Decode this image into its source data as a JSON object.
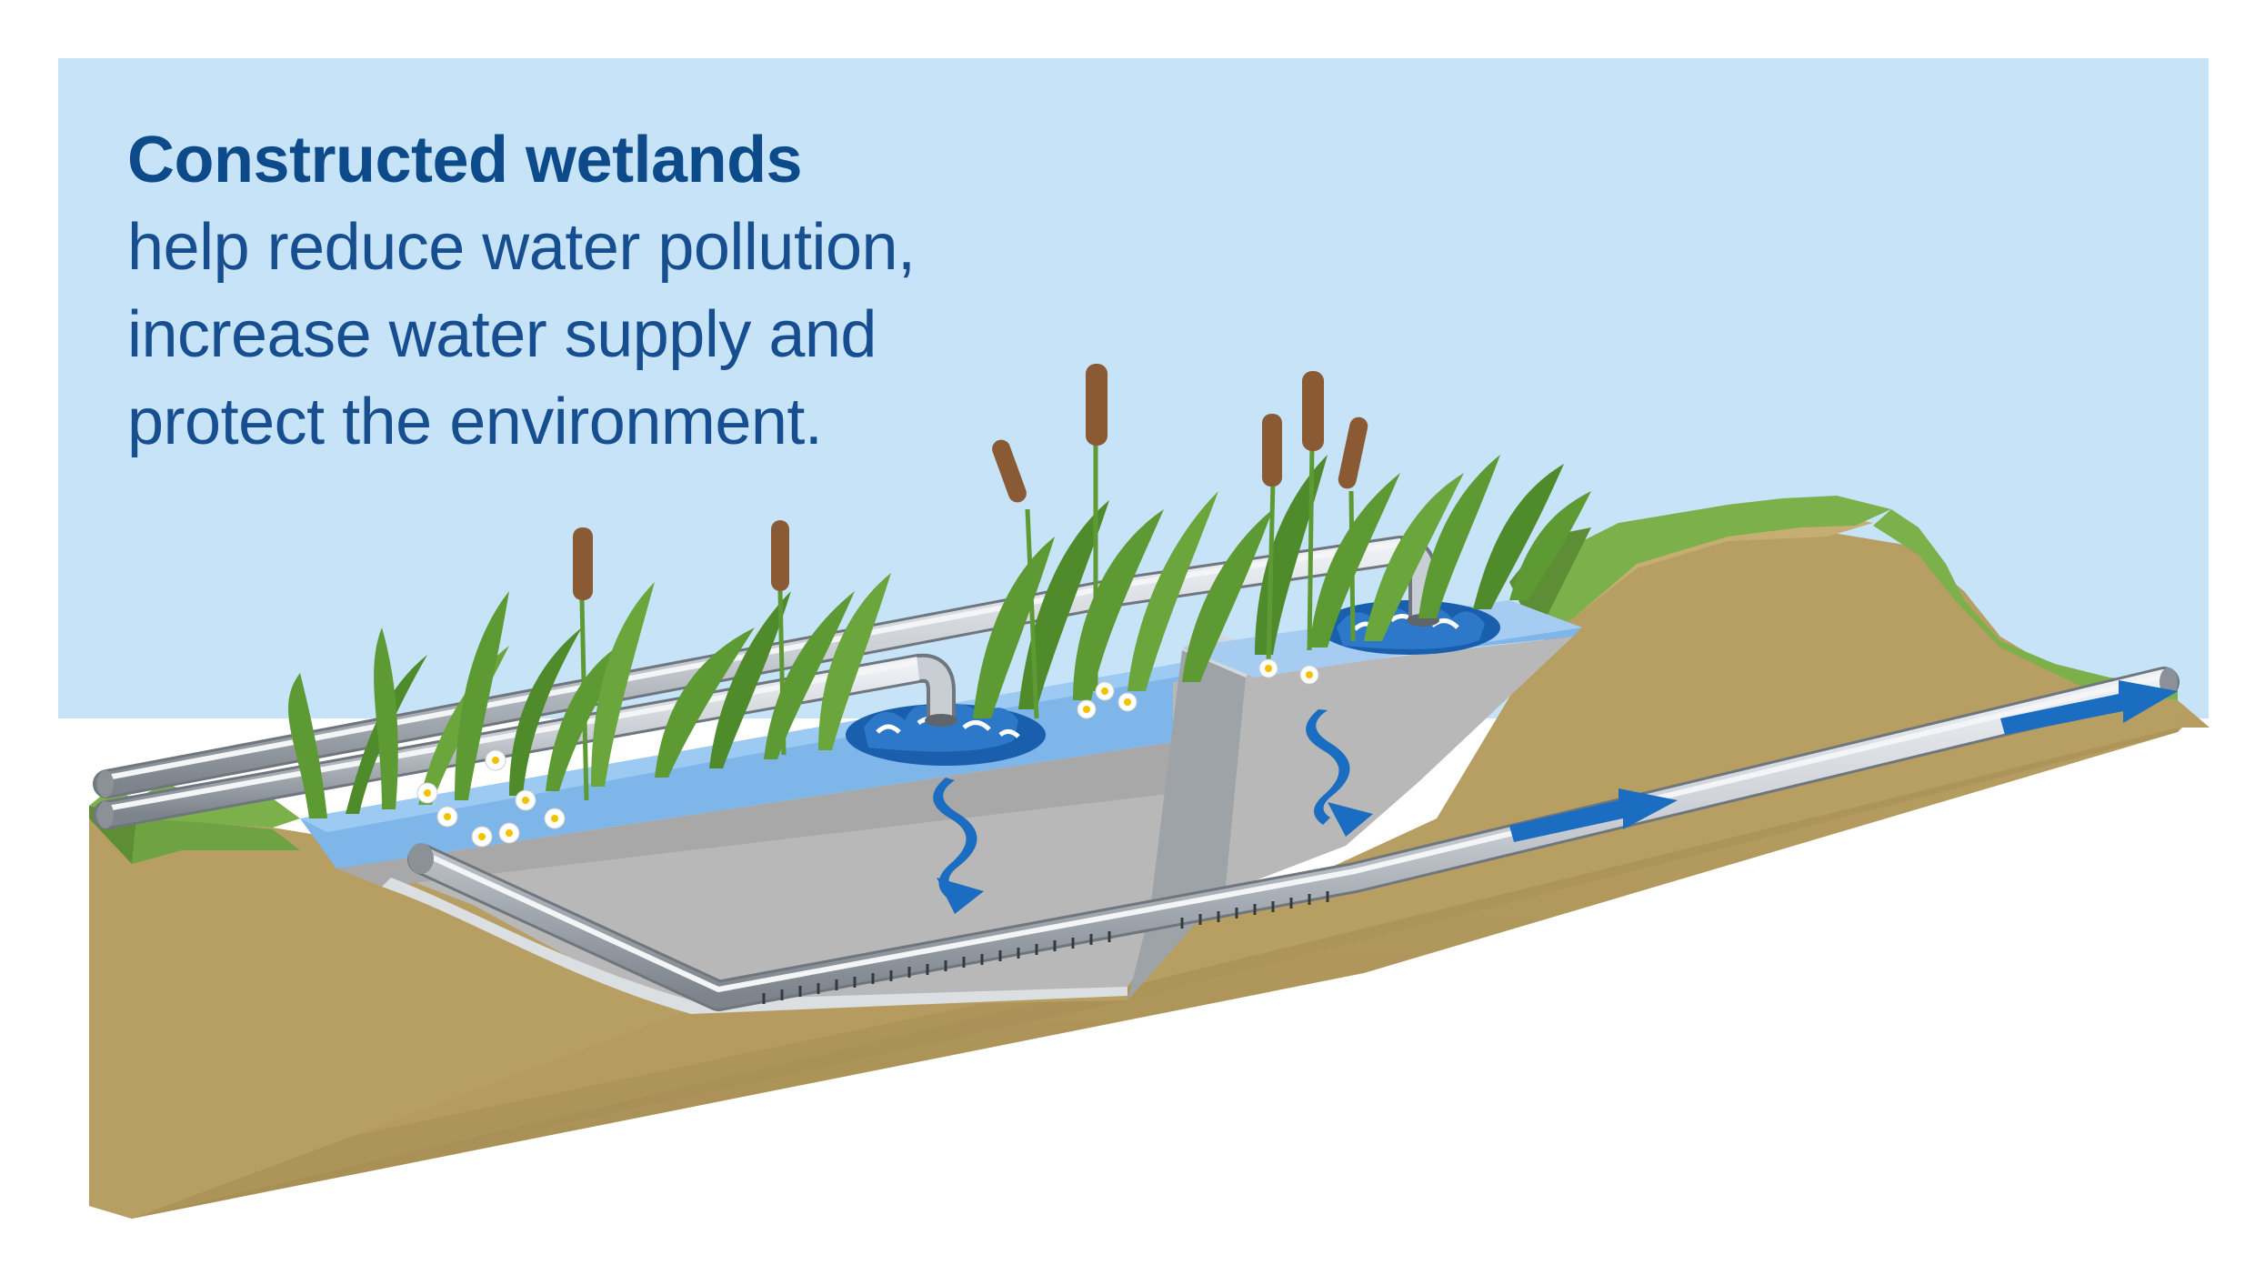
{
  "headline": {
    "title": "Constructed wetlands",
    "lines": [
      "help reduce water pollution,",
      "increase water supply and",
      "protect the environment."
    ]
  },
  "colors": {
    "sky": "#c6e3f8",
    "heading_blue": "#0d4a8a",
    "soil": "#b79e62",
    "grass": "#7bb04a",
    "basin_liner": "#b8b8b8",
    "water": "#7fb6ea",
    "flow_arrow": "#1a6dc0",
    "pipe": "#c9ced4"
  },
  "icons": [
    "cattail-icon",
    "reed-grass-icon",
    "daisy-flower-icon",
    "water-splash-icon",
    "pipe-icon",
    "flow-arrow-icon"
  ]
}
